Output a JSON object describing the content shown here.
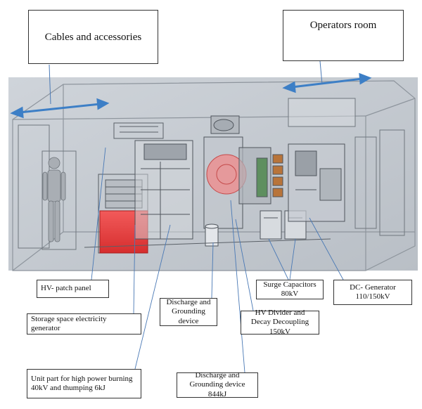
{
  "top_labels": {
    "cables": "Cables and accessories",
    "operators": "Operators room"
  },
  "callouts": {
    "hv_patch_panel": "HV- patch panel",
    "storage_space": "Storage space electricity generator",
    "discharge_grounding": "Discharge and Grounding device",
    "hv_divider": "HV Divider and Decay Decoupling 150kV",
    "surge_capacitors": "Surge Capacitors 80kV",
    "dc_generator": "DC- Generator 110/150kV",
    "unit_part": "Unit part for high power burning 40kV and thumping 6kJ",
    "discharge_844": "Discharge and Grounding device 844kJ"
  },
  "colors": {
    "accent_arrow": "#3d7fc6",
    "container_bg": "#c9ced4",
    "red_unit": "#e8383a",
    "leader_line": "#4a79b5"
  },
  "icons": [
    "double-arrow-icon",
    "human-figure-icon"
  ]
}
